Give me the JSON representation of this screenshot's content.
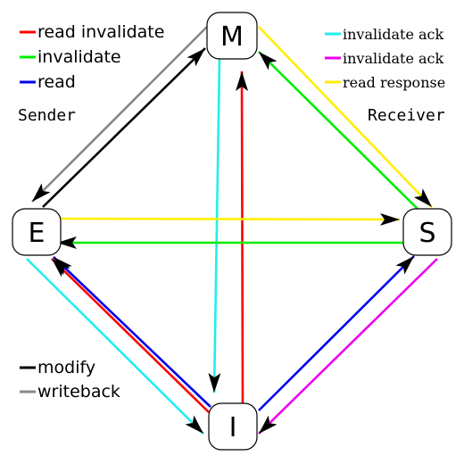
{
  "states": [
    {
      "id": "M",
      "label": "M"
    },
    {
      "id": "E",
      "label": "E"
    },
    {
      "id": "S",
      "label": "S"
    },
    {
      "id": "I",
      "label": "I"
    }
  ],
  "roles": {
    "sender": "Sender",
    "receiver": "Receiver"
  },
  "colors": {
    "red": "#ff0000",
    "green": "#00ee00",
    "blue": "#0000ee",
    "black": "#000000",
    "gray": "#888888",
    "cyan": "#22eeee",
    "magenta": "#ee00ee",
    "yellow": "#ffee00"
  },
  "legend": {
    "sender_top": [
      {
        "label": "read invalidate",
        "color": "#ff0000"
      },
      {
        "label": "invalidate",
        "color": "#00ee00"
      },
      {
        "label": "read",
        "color": "#0000ee"
      }
    ],
    "sender_bottom": [
      {
        "label": "modify",
        "color": "#000000"
      },
      {
        "label": "writeback",
        "color": "#888888"
      }
    ],
    "receiver": [
      {
        "label": "invalidate ack",
        "color": "#22eeee"
      },
      {
        "label": "invalidate ack",
        "color": "#ee00ee"
      },
      {
        "label": "read response",
        "color": "#ffee00"
      }
    ]
  },
  "transitions": [
    {
      "from": "M",
      "to": "E",
      "color": "#888888",
      "label": "writeback"
    },
    {
      "from": "E",
      "to": "M",
      "color": "#000000",
      "label": "modify"
    },
    {
      "from": "M",
      "to": "I",
      "color": "#22eeee",
      "label": "invalidate ack"
    },
    {
      "from": "I",
      "to": "M",
      "color": "#ff0000",
      "label": "read invalidate"
    },
    {
      "from": "M",
      "to": "S",
      "color": "#ffee00",
      "label": "read response"
    },
    {
      "from": "S",
      "to": "M",
      "color": "#00ee00",
      "label": "invalidate"
    },
    {
      "from": "E",
      "to": "S",
      "color": "#ffee00",
      "label": "read response"
    },
    {
      "from": "S",
      "to": "E",
      "color": "#00ee00",
      "label": "invalidate"
    },
    {
      "from": "E",
      "to": "I",
      "color": "#22eeee",
      "label": "invalidate ack"
    },
    {
      "from": "I",
      "to": "E",
      "color": "#ff0000",
      "label": "read invalidate"
    },
    {
      "from": "I",
      "to": "E",
      "color": "#0000ee",
      "label": "read"
    },
    {
      "from": "I",
      "to": "S",
      "color": "#0000ee",
      "label": "read"
    },
    {
      "from": "S",
      "to": "I",
      "color": "#ee00ee",
      "label": "invalidate ack"
    }
  ]
}
